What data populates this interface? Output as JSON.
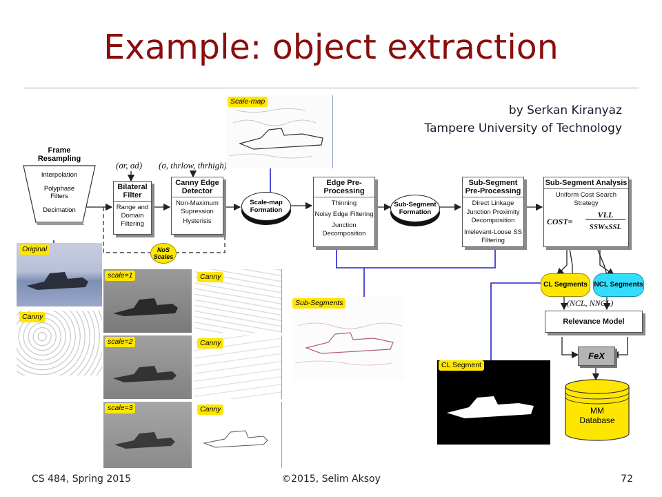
{
  "slide": {
    "title": "Example: object extraction",
    "credit_author": "by Serkan Kiranyaz",
    "credit_affiliation": "Tampere University of Technology"
  },
  "footer": {
    "course": "CS 484, Spring 2015",
    "copyright": "©2015, Selim Aksoy",
    "page": "72"
  },
  "diagram": {
    "frame_resampling": {
      "title": "Frame Resampling",
      "items": [
        "Interpolation",
        "Polyphase Filters",
        "Decimation"
      ]
    },
    "bilateral_filter": {
      "title": "Bilateral Filter",
      "items": [
        "Range and Domain Filtering"
      ]
    },
    "canny_detector": {
      "title": "Canny Edge Detector",
      "items": [
        "Non-Maximum Supression",
        "Hysterisis"
      ]
    },
    "scale_map_formation": "Scale-map Formation",
    "edge_preprocessing": {
      "title": "Edge Pre-Processing",
      "items": [
        "Thinning",
        "Noisy Edge Filtering",
        "Junction Decomposition"
      ]
    },
    "sub_segment_formation": "Sub-Segment Formation",
    "subsegment_preprocessing": {
      "title": "Sub-Segment Pre-Processing",
      "items": [
        "Direct Linkage",
        "Junction Proximity Decomposition",
        "Irrelevant-Loose SS Filtering"
      ]
    },
    "subsegment_analysis": {
      "title": "Sub-Segment Analysis",
      "items": [
        "Uniform Cost Search Strategy"
      ],
      "cost_label": "COST=",
      "cost_numerator": "VLL",
      "cost_denominator": "SSWxSSL"
    },
    "nos_scales": "NoS Scales",
    "cl_segments": "CL Segments",
    "ncl_segments": "NCL Segments",
    "relevance_model": "Relevance Model",
    "fex": "FeX",
    "mm_database": "MM Database",
    "sigma_params": "(σr, σd)",
    "canny_params": "(σ, thrlow, thrhigh)",
    "n_params": "(NCL, NNCL)",
    "labels": {
      "scale_map": "Scale-map",
      "original": "Original",
      "canny": "Canny",
      "scale1": "scale=1",
      "scale2": "scale=2",
      "scale3": "scale=3",
      "sub_segments": "Sub-Segments",
      "cl_segment": "CL Segment"
    }
  }
}
